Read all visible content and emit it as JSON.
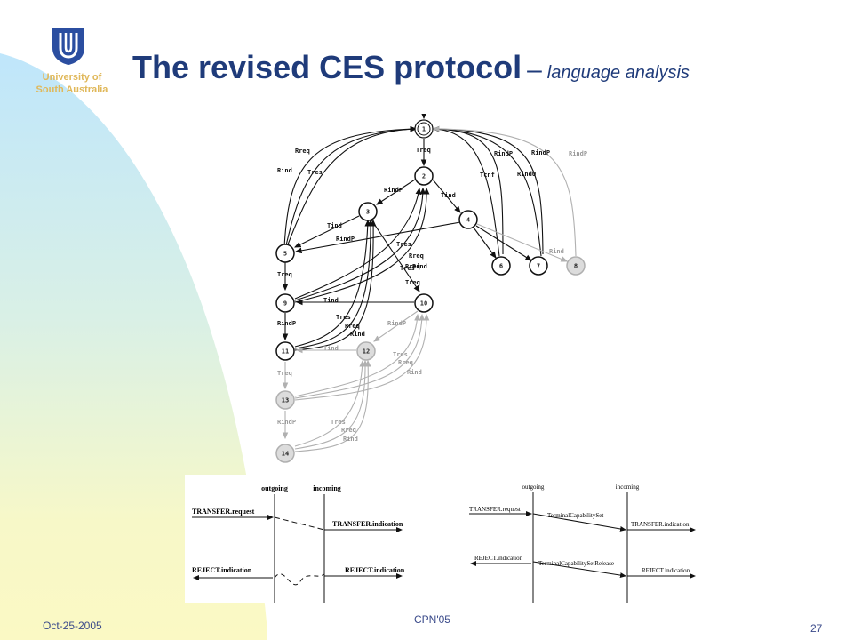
{
  "slide": {
    "title_main": "The revised CES protocol",
    "title_dash": "–",
    "title_sub": "language analysis",
    "university_line1": "University of",
    "university_line2": "South Australia",
    "date": "Oct-25-2005",
    "conference": "CPN'05",
    "page_number": "27"
  },
  "logo": {
    "icon": "university-crest-icon"
  },
  "colors": {
    "title": "#1f3b7a",
    "university_text": "#e0b85a",
    "footer_text": "#3a4a8a",
    "logo": "#2b4ea0",
    "diagram_black": "#111111",
    "diagram_gray": "#b0b0b0",
    "gray_node_fill": "#dcdcdc"
  },
  "state_diagram": {
    "nodes": [
      {
        "id": "1",
        "style": "initial"
      },
      {
        "id": "2",
        "style": "black"
      },
      {
        "id": "3",
        "style": "black"
      },
      {
        "id": "4",
        "style": "black"
      },
      {
        "id": "5",
        "style": "black"
      },
      {
        "id": "6",
        "style": "black"
      },
      {
        "id": "7",
        "style": "black"
      },
      {
        "id": "8",
        "style": "gray"
      },
      {
        "id": "9",
        "style": "black"
      },
      {
        "id": "10",
        "style": "black"
      },
      {
        "id": "11",
        "style": "black"
      },
      {
        "id": "12",
        "style": "gray"
      },
      {
        "id": "13",
        "style": "gray"
      },
      {
        "id": "14",
        "style": "gray"
      }
    ],
    "edge_labels": [
      {
        "text": "Rreq",
        "style": "black"
      },
      {
        "text": "Rind",
        "style": "black"
      },
      {
        "text": "Tres",
        "style": "black"
      },
      {
        "text": "Treq",
        "style": "black"
      },
      {
        "text": "RindP",
        "style": "black"
      },
      {
        "text": "Tind",
        "style": "black"
      },
      {
        "text": "Tcnf",
        "style": "black"
      },
      {
        "text": "RindP",
        "style": "black"
      },
      {
        "text": "RindU",
        "style": "black"
      },
      {
        "text": "RindP",
        "style": "black"
      },
      {
        "text": "RindP",
        "style": "gray"
      },
      {
        "text": "Tind",
        "style": "black"
      },
      {
        "text": "RindP",
        "style": "black"
      },
      {
        "text": "Tres",
        "style": "black"
      },
      {
        "text": "Rreq",
        "style": "black"
      },
      {
        "text": "Rind",
        "style": "gray"
      },
      {
        "text": "Tres",
        "style": "black"
      },
      {
        "text": "Rreq",
        "style": "black"
      },
      {
        "text": "Rind",
        "style": "black"
      },
      {
        "text": "Treq",
        "style": "black"
      },
      {
        "text": "Treq",
        "style": "black"
      },
      {
        "text": "Tind",
        "style": "black"
      },
      {
        "text": "RindP",
        "style": "black"
      },
      {
        "text": "Tres",
        "style": "black"
      },
      {
        "text": "Rreq",
        "style": "black"
      },
      {
        "text": "Rind",
        "style": "black"
      },
      {
        "text": "RindP",
        "style": "gray"
      },
      {
        "text": "Tind",
        "style": "gray"
      },
      {
        "text": "Treq",
        "style": "gray"
      },
      {
        "text": "Tres",
        "style": "gray"
      },
      {
        "text": "Rreq",
        "style": "gray"
      },
      {
        "text": "Rind",
        "style": "gray"
      },
      {
        "text": "RindP",
        "style": "gray"
      },
      {
        "text": "Tres",
        "style": "gray"
      },
      {
        "text": "Rreq",
        "style": "gray"
      },
      {
        "text": "Rind",
        "style": "gray"
      }
    ]
  },
  "sequence_left": {
    "header_outgoing": "outgoing",
    "header_incoming": "incoming",
    "msg1_left": "TRANSFER.request",
    "msg1_right": "TRANSFER.indication",
    "msg2_left": "REJECT.indication",
    "msg2_right": "REJECT.indication"
  },
  "sequence_right": {
    "header_outgoing": "outgoing",
    "header_incoming": "incoming",
    "msg1_left": "TRANSFER.request",
    "msg1_mid": "TerminalCapabilitySet",
    "msg1_right": "TRANSFER.indication",
    "msg2_left": "REJECT.indication",
    "msg2_mid": "TerminalCapabilitySetRelease",
    "msg2_right": "REJECT.indication"
  }
}
